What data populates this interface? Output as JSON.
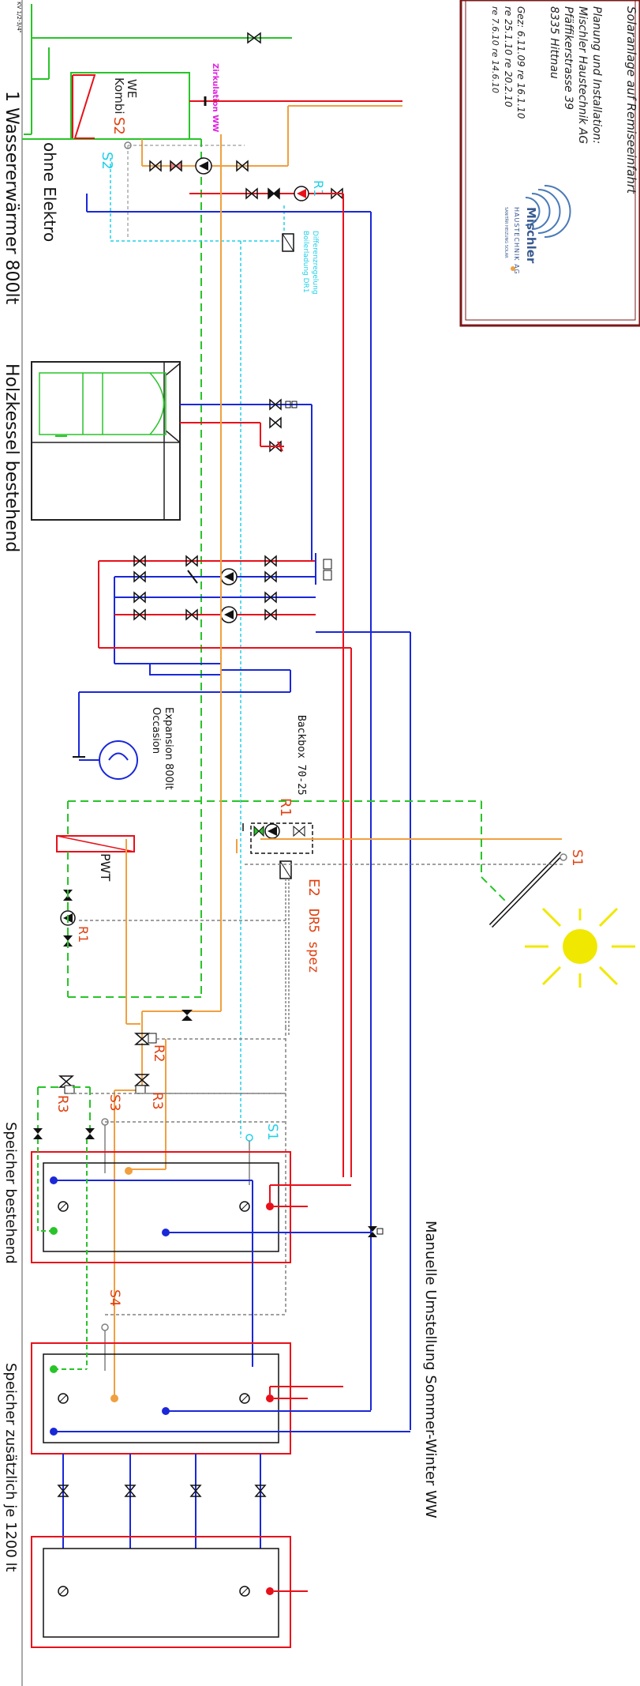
{
  "title_block": {
    "project_title": "Solaranlage auf Remiseeinfahrt",
    "planner_line1": "Planung und Installation:",
    "planner_line2": "Mischler Haustechnik AG",
    "planner_line3": "Pfäffikerstrasse 39",
    "planner_line4": "8335 Hittnau",
    "revision_line1": "Gez: 6.11.09 re 16.1.10",
    "revision_line2": "re 25.1.10 re 20.2.10",
    "revision_line3": "re 7.6.10 re 14.6.10",
    "logo_name": "Mischler",
    "logo_sub": "HAUSTECHNIK AG",
    "logo_tag": "SANITÄR HEIZUNG SOLAR"
  },
  "sections": {
    "water_heater": "1 Wassererwärmer 800lt",
    "ohne_elektro": "ohne Elektro",
    "boiler": "Holzkessel bestehend",
    "storage_existing": "Speicher bestehend",
    "storage_additional": "Speicher zusätzlich je 1200 lt",
    "manual_switch": "Manuelle Umstellung Sommer-Winter WW"
  },
  "labels": {
    "kv": "KV 1/2-3/4\"",
    "we": "WE",
    "kombi": "Kombi",
    "zirkulation": "Zirkulation WW",
    "s2": "S2",
    "r1": "R1",
    "r2": "R2",
    "r3": "R3",
    "s1": "S1",
    "s3": "S3",
    "s4": "S4",
    "pwt": "PWT",
    "e2": "E2",
    "dr5": "DR5 spez",
    "diff_line1": "Differenzregelung",
    "diff_line2": "Boilerladung DR1",
    "expansion_line1": "Expansion 800lt",
    "expansion_line2": "Occasion",
    "backbox": "Backbox 70-25"
  },
  "colors": {
    "supply_red": "#e8101a",
    "return_blue": "#1a28d8",
    "solar_orange": "#f0a040",
    "cold_water_green": "#28c428",
    "control_cyan": "#20d0e8",
    "circulation_magenta": "#e020e0",
    "signal_gray": "#808080",
    "sun_yellow": "#f0e800",
    "frame_darkred": "#7a1818"
  }
}
